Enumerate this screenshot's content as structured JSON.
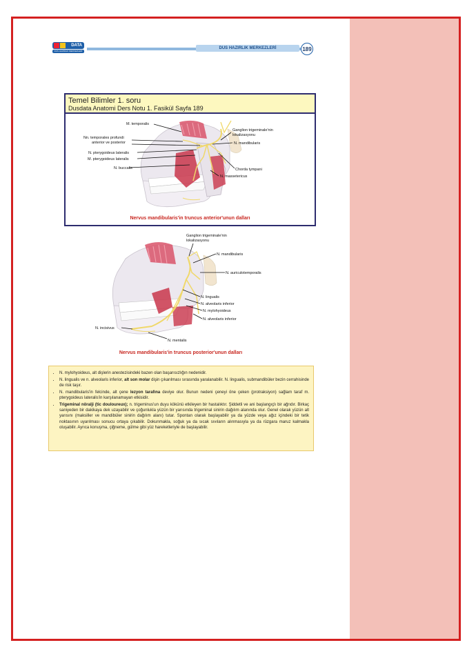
{
  "header": {
    "logo_top": "DATA",
    "logo_bottom": "DUS HAZIRLIK MERKEZLERİ",
    "title": "DUS HAZIRLIK MERKEZLERİ",
    "page_number": "189"
  },
  "question": {
    "title": "Temel Bilimler 1. soru",
    "subtitle": "Dusdata Anatomi Ders Notu 1. Fasikül Sayfa 189"
  },
  "figure1": {
    "labels": {
      "temporalis": "M. temporalis",
      "temporales1": "Nn. temporales profundi",
      "temporales2": "anterior ve posterior",
      "ptery_lat1": "N. pterygoideus lateralis",
      "ptery_lat2": "M. pterygoideus lateralis",
      "buccalis": "N. buccalis",
      "ganglion1": "Ganglion trigeminale'nin",
      "ganglion2": "lokalizasyonu",
      "mandibularis": "N. mandibularis",
      "chorda": "Chorda tympani",
      "masseter": "N. massetericus"
    },
    "caption": "Nervus mandibularis'in truncus anterior'unun dalları"
  },
  "figure2": {
    "labels": {
      "ganglion1": "Ganglion trigeminale'nin",
      "ganglion2": "lokalizasyonu",
      "mandibularis": "N. mandibularis",
      "auriculo": "N. auriculotemporalis",
      "lingualis": "N. lingualis",
      "alv_inf1": "N. alveolaris inferior",
      "mylo": "N. mylohyoideus",
      "alv_inf2": "N. alveolaris inferior",
      "incisivus": "N. incisivus",
      "mentalis": "N. mentalis"
    },
    "caption": "Nervus mandibularis'in truncus posterior'unun dalları"
  },
  "notes": {
    "n1": "N. mylohyoideus, alt dişlerin anestezisindeki bazen olan başarısızlığın nedenidir.",
    "n2a": "N. lingualis ve n. alveolaris inferior, ",
    "n2b": "alt son molar",
    "n2c": " dişin çıkarılması sırasında yaralanabilir. N. lingualis, submandibüler bezin cerrahisinde de risk taşır.",
    "n3a": "N. mandibularis'in felcinde, alt çene ",
    "n3b": "lezyon tarafına",
    "n3c": " deviye olur. Bunun nedeni çeneyi öne çeken (protraksiyon) sağlam taraf m. pterygoideus lateralis'in karşılanamayan etkisidir.",
    "n4a": "Trigeminal nöralji (tic douloureux);",
    "n4b": " n. trigeminus'un duyu kökünü etkileyen bir hastalıktır. Şiddetli ve ani başlangıçlı bir ağrıdır. Birkaç saniyeden bir dakikaya dek uzayabilir ve çoğunlukla yüzün bir yarısında trigeminal sinirin dağılım alanında olur. Genel olarak yüzün alt yarısını (maksiller ve mandibüler sinirin dağılım alanı) tutar. Spontan olarak başlayabilir ya da yüzde veya ağız içindeki bir tetik noktasının uyarılması sonucu ortaya çıkabilir. Dokunmakla, soğuk ya da sıcak sıvıların alınmasıyla ya da rüzgara maruz kalmakla oluşabilir. Ayrıca konuşma, çiğneme, gülme gibi yüz hareketleriyle de başlayabilir."
  }
}
